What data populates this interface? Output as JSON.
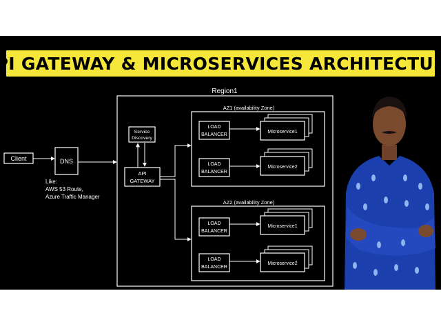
{
  "title": "API GATEWAY & MICROSERVICES ARCHITECTURE",
  "region": {
    "label": "Region1"
  },
  "client": {
    "label": "Client"
  },
  "dns": {
    "label": "DNS",
    "note_lines": [
      "Like:",
      "AWS 53 Route,",
      "Azure Traffic Manager"
    ]
  },
  "service_discovery": {
    "lines": [
      "Service",
      "Discovery"
    ]
  },
  "api_gateway": {
    "lines": [
      "API",
      "GATEWAY"
    ]
  },
  "zones": [
    {
      "label": "AZ1 (availability Zone)",
      "services": [
        {
          "lb_lines": [
            "LOAD",
            "BALANCER"
          ],
          "ms_label": "Microservice1"
        },
        {
          "lb_lines": [
            "LOAD",
            "BALANCER"
          ],
          "ms_label": "Microservice2"
        }
      ]
    },
    {
      "label": "AZ2 (availability Zone)",
      "services": [
        {
          "lb_lines": [
            "LOAD",
            "BALANCER"
          ],
          "ms_label": "Microservice1"
        },
        {
          "lb_lines": [
            "LOAD",
            "BALANCER"
          ],
          "ms_label": "Microservice2"
        }
      ]
    }
  ],
  "colors": {
    "banner": "#f5e73a",
    "background": "#000000",
    "lines": "#ffffff",
    "shirt": "#1c3fae"
  }
}
